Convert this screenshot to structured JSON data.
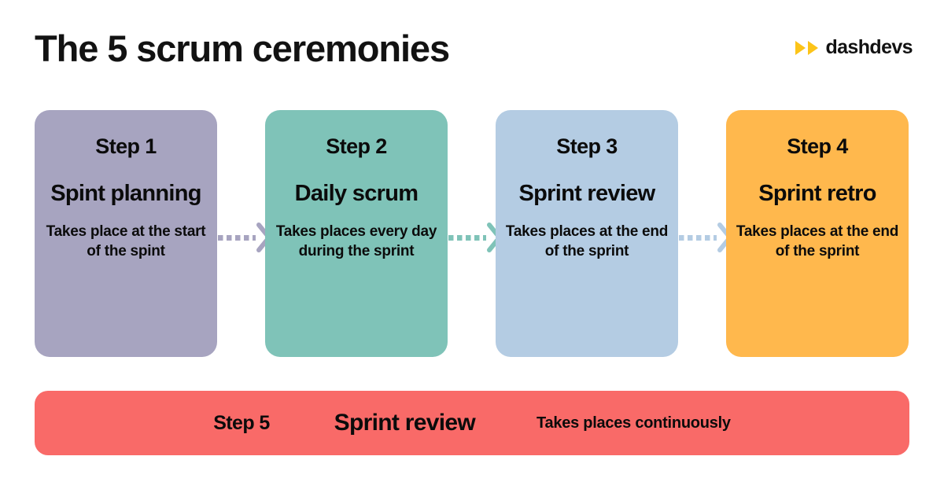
{
  "header": {
    "title": "The 5 scrum ceremonies",
    "brand": {
      "name": "dashdevs",
      "mark_icon": "double-triangle-play-icon",
      "mark_color": "#FCC419"
    }
  },
  "steps": [
    {
      "label": "Step 1",
      "name": "Spint planning",
      "description": "Takes place at the start of the spint",
      "color": "#A7A4C0"
    },
    {
      "label": "Step 2",
      "name": "Daily scrum",
      "description": "Takes places every day during the sprint",
      "color": "#7FC3B8"
    },
    {
      "label": "Step 3",
      "name": "Sprint review",
      "description": "Takes places at the end of the sprint",
      "color": "#B4CCE3"
    },
    {
      "label": "Step 4",
      "name": "Sprint retro",
      "description": "Takes places at the end of the sprint",
      "color": "#FFB84D"
    }
  ],
  "connectors": [
    {
      "icon": "dashed-arrow-right-icon",
      "color": "#A7A4C0"
    },
    {
      "icon": "dashed-arrow-right-icon",
      "color": "#7FC3B8"
    },
    {
      "icon": "dashed-arrow-right-icon",
      "color": "#B4CCE3"
    }
  ],
  "step5": {
    "label": "Step 5",
    "name": "Sprint review",
    "description": "Takes places continuously",
    "color": "#F96A68"
  },
  "colors": {
    "background": "#FFFFFF",
    "text": "#0B0B0B",
    "accent_yellow": "#FCC419"
  }
}
